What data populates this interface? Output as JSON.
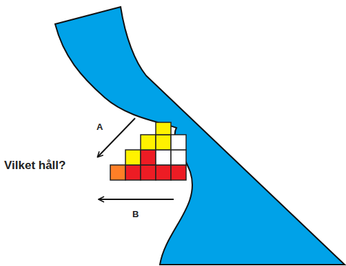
{
  "diagram": {
    "labels": [
      "A",
      "Vilket håll?",
      "B"
    ]
  }
}
